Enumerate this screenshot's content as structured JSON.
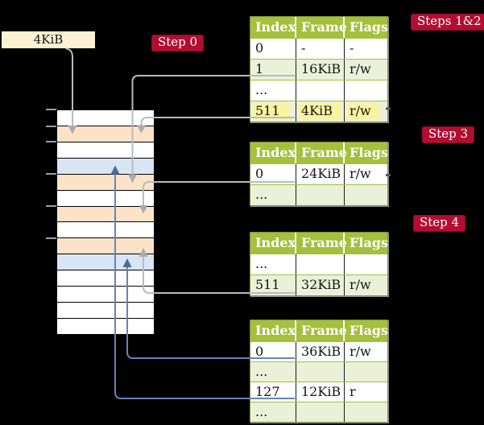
{
  "colors": {
    "background": "#000000",
    "badge_red": "#b30d32",
    "table_header_green": "#a4c03c",
    "table_alt_row_green": "#ebf1d9",
    "table_border_olive": "#7c9136",
    "highlight_yellow": "#faf4a0",
    "frame_free_white": "#ffffff",
    "frame_page_table_orange": "#fce3c8",
    "frame_mapped_page_blue": "#d8e5f5",
    "legend_box_cream": "#fcf1d1",
    "connector_gray": "#b8babd",
    "connector_blue": "#6484b8"
  },
  "legend": {
    "label": "4KiB"
  },
  "badges": {
    "step0": "Step 0",
    "steps12": "Steps 1&2",
    "step3": "Step 3",
    "step4": "Step 4"
  },
  "memory_column": {
    "description": "physical memory frames, one row = 4KiB frame",
    "tick_count": 6,
    "rows": [
      {
        "kind": "free"
      },
      {
        "kind": "table"
      },
      {
        "kind": "free"
      },
      {
        "kind": "page"
      },
      {
        "kind": "table"
      },
      {
        "kind": "free"
      },
      {
        "kind": "table"
      },
      {
        "kind": "free"
      },
      {
        "kind": "table"
      },
      {
        "kind": "page"
      },
      {
        "kind": "free"
      },
      {
        "kind": "free"
      },
      {
        "kind": "free"
      },
      {
        "kind": "free"
      }
    ]
  },
  "tables": [
    {
      "id": "steps12",
      "columns": [
        "Index",
        "Frame",
        "Flags"
      ],
      "rows": [
        {
          "index": "0",
          "frame": "-",
          "flags": "-",
          "highlighted": false
        },
        {
          "index": "1",
          "frame": "16KiB",
          "flags": "r/w",
          "highlighted": false
        },
        {
          "index": "...",
          "frame": "",
          "flags": "",
          "highlighted": false
        },
        {
          "index": "511",
          "frame": "4KiB",
          "flags": "r/w",
          "highlighted": true
        }
      ]
    },
    {
      "id": "step3",
      "columns": [
        "Index",
        "Frame",
        "Flags"
      ],
      "rows": [
        {
          "index": "0",
          "frame": "24KiB",
          "flags": "r/w",
          "highlighted": false
        },
        {
          "index": "...",
          "frame": "",
          "flags": "",
          "highlighted": false
        }
      ]
    },
    {
      "id": "step4",
      "columns": [
        "Index",
        "Frame",
        "Flags"
      ],
      "rows": [
        {
          "index": "...",
          "frame": "",
          "flags": "",
          "highlighted": false
        },
        {
          "index": "511",
          "frame": "32KiB",
          "flags": "r/w",
          "highlighted": false
        }
      ]
    },
    {
      "id": "final",
      "columns": [
        "Index",
        "Frame",
        "Flags"
      ],
      "rows": [
        {
          "index": "0",
          "frame": "36KiB",
          "flags": "r/w",
          "highlighted": false
        },
        {
          "index": "...",
          "frame": "",
          "flags": "",
          "highlighted": false
        },
        {
          "index": "127",
          "frame": "12KiB",
          "flags": "r",
          "highlighted": false
        },
        {
          "index": "...",
          "frame": "",
          "flags": "",
          "highlighted": false
        }
      ]
    }
  ]
}
